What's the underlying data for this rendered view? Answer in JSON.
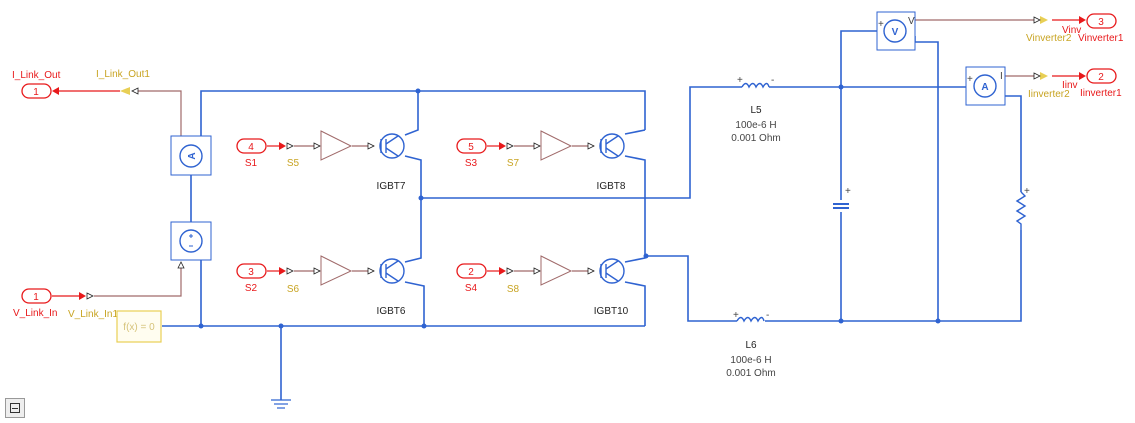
{
  "ports": {
    "i_link_out": {
      "num": "1",
      "label": "I_Link_Out"
    },
    "v_link_in": {
      "num": "1",
      "label": "V_Link_In"
    },
    "s1": {
      "num": "4",
      "label": "S1"
    },
    "s2": {
      "num": "3",
      "label": "S2"
    },
    "s3": {
      "num": "5",
      "label": "S3"
    },
    "s4": {
      "num": "2",
      "label": "S4"
    },
    "vinverter1": {
      "num": "3",
      "label": "Vinverter1"
    },
    "iinverter1": {
      "num": "2",
      "label": "Iinverter1"
    }
  },
  "converters": {
    "i_link_out1": "I_Link_Out1",
    "v_link_in1": "V_Link_In1",
    "s5": "S5",
    "s6": "S6",
    "s7": "S7",
    "s8": "S8",
    "vinverter2": "Vinverter2",
    "iinverter2": "Iinverter2"
  },
  "signals": {
    "vinv": "Vinv",
    "iinv": "Iinv"
  },
  "igbts": {
    "igbt7": "IGBT7",
    "igbt6": "IGBT6",
    "igbt8": "IGBT8",
    "igbt10": "IGBT10"
  },
  "inductors": {
    "l5": {
      "name": "L5",
      "inductance": "100e-6 H",
      "resistance": "0.001 Ohm"
    },
    "l6": {
      "name": "L6",
      "inductance": "100e-6 H",
      "resistance": "0.001 Ohm"
    }
  },
  "solver": {
    "label": "f(x) = 0"
  },
  "meters": {
    "ammeter_glyph": "A",
    "voltmeter_glyph": "V",
    "voltage_out_port": "V",
    "current_out_port": "I"
  },
  "colors": {
    "wire": "#2f63d1",
    "signal": "#a06a6a",
    "port": "#e8191b",
    "converter": "#c8a422"
  }
}
